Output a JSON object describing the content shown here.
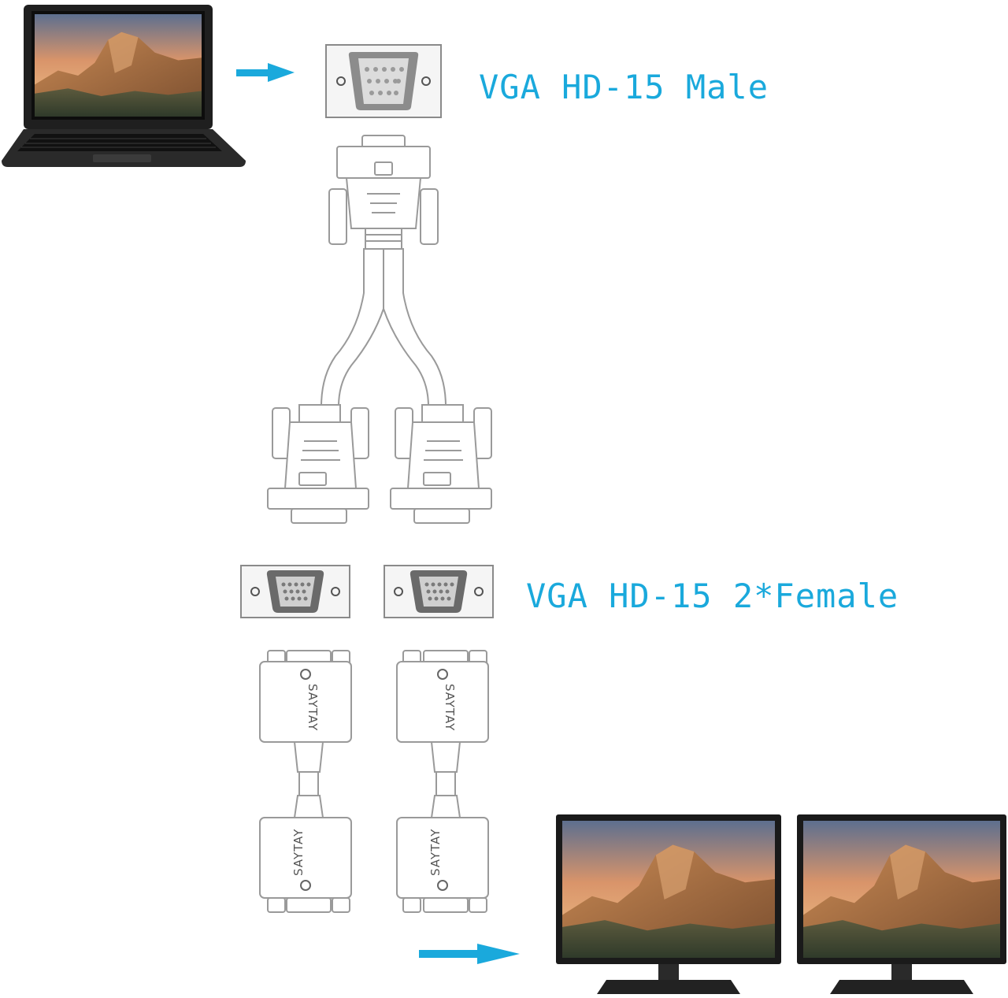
{
  "labels": {
    "male": "VGA HD-15 Male",
    "female": "VGA HD-15 2*Female"
  },
  "brand": "SAYTAY",
  "colors": {
    "label": "#1aa9dc",
    "arrow": "#1aa9dc",
    "line_art": "#9a9a9a"
  },
  "icons": {
    "source_device": "laptop-icon",
    "displays": [
      "monitor-icon",
      "monitor-icon"
    ]
  }
}
